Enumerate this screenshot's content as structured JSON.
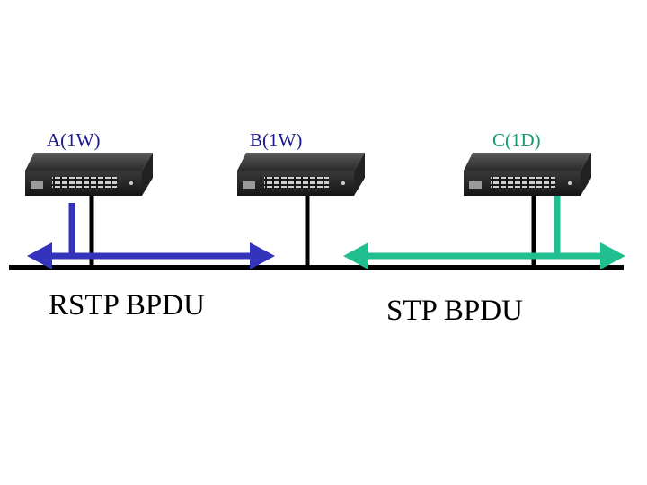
{
  "switches": [
    {
      "id": "A",
      "label": "A(1W)",
      "label_color": "#1a1a8c"
    },
    {
      "id": "B",
      "label": "B(1W)",
      "label_color": "#1a1a8c"
    },
    {
      "id": "C",
      "label": "C(1D)",
      "label_color": "#1a9c72"
    }
  ],
  "links": {
    "rstp": {
      "label": "RSTP BPDU",
      "color": "#3333bb"
    },
    "stp": {
      "label": "STP BPDU",
      "color": "#1fbf8f"
    }
  },
  "colors": {
    "bus": "#000000",
    "switch_body": "#2e2e2e",
    "switch_top": "#4a4a4a",
    "port": "#d8d8d8"
  }
}
